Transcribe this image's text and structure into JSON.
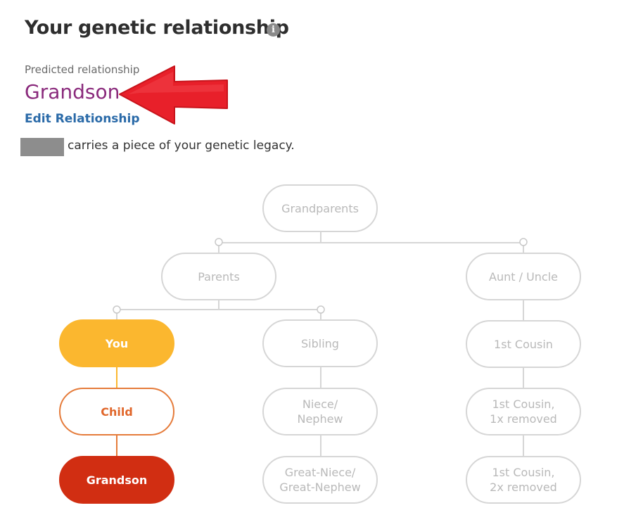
{
  "header": {
    "title": "Your genetic relationship",
    "info_icon": "info-icon"
  },
  "prediction": {
    "label": "Predicted relationship",
    "value": "Grandson",
    "edit_link": "Edit Relationship",
    "legacy_text": "carries a piece of your genetic legacy."
  },
  "annotation": {
    "arrow_color": "#e8202a"
  },
  "tree": {
    "nodes": {
      "grandparents": "Grandparents",
      "parents": "Parents",
      "aunt_uncle": "Aunt / Uncle",
      "you": "You",
      "sibling": "Sibling",
      "first_cousin": "1st Cousin",
      "child": "Child",
      "niece_nephew": "Niece/\nNephew",
      "first_cousin_1x": "1st Cousin,\n1x removed",
      "grandson": "Grandson",
      "great_niece_nephew": "Great-Niece/\nGreat-Nephew",
      "first_cousin_2x": "1st Cousin,\n2x removed"
    },
    "colors": {
      "you": "#fbb72f",
      "child": "#e57b3a",
      "grandson": "#d12e12",
      "inactive": "#d6d6d6"
    }
  }
}
